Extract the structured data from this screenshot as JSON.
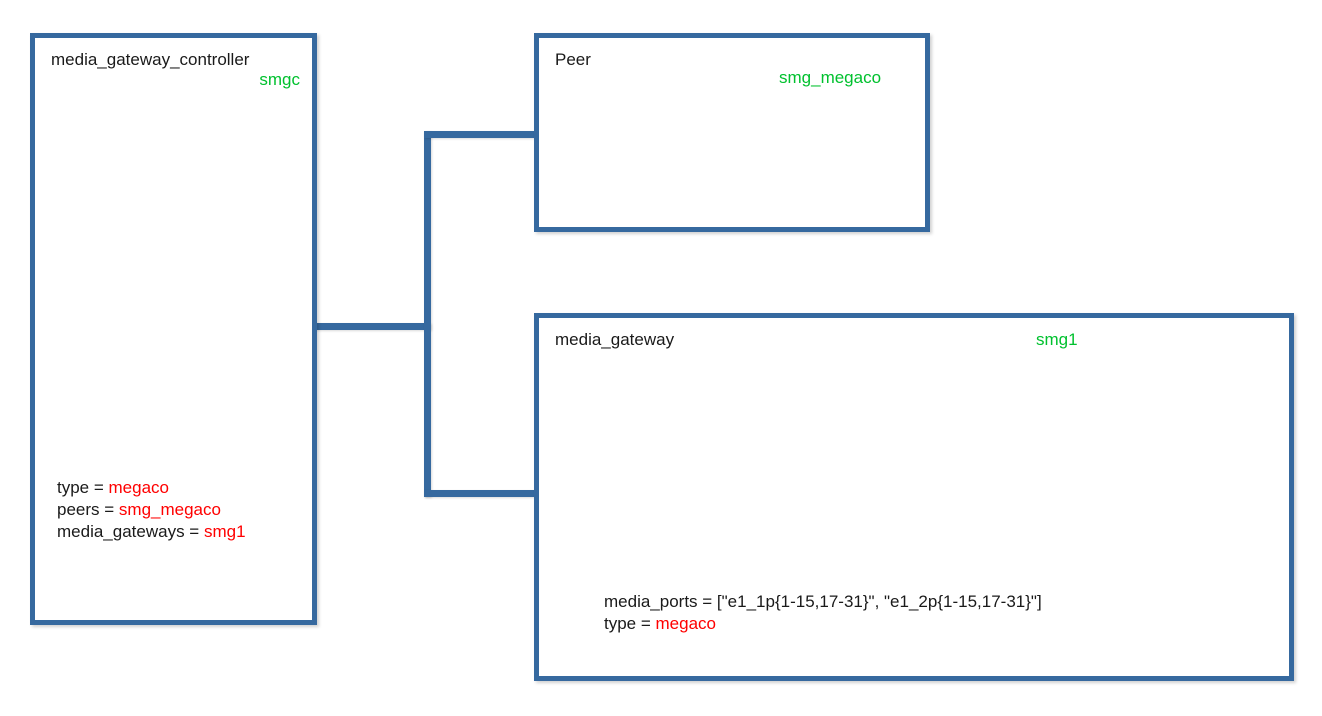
{
  "diagram": {
    "type": "node-link configuration diagram",
    "background": "#ffffff",
    "colors": {
      "border": "#36699f",
      "instance_name": "#00c12e",
      "attribute_value": "#ff0000",
      "text": "#1a1a1a"
    },
    "nodes": [
      {
        "id": "media-gateway-controller",
        "title": "media_gateway_controller",
        "instance": "smgc",
        "attributes": [
          {
            "key": "type = ",
            "value": "megaco"
          },
          {
            "key": "peers = ",
            "value": "smg_megaco"
          },
          {
            "key": "media_gateways = ",
            "value": "smg1"
          }
        ]
      },
      {
        "id": "peer",
        "title": "Peer",
        "instance": "smg_megaco",
        "attributes": []
      },
      {
        "id": "media-gateway",
        "title": "media_gateway",
        "instance": "smg1",
        "attributes": [
          {
            "key": "media_ports = [\"e1_1p{1-15,17-31}\", \"e1_2p{1-15,17-31}\"]",
            "value": ""
          },
          {
            "key": "type = ",
            "value": "megaco"
          }
        ]
      }
    ],
    "edges": [
      {
        "from": "media-gateway-controller",
        "to": "peer"
      },
      {
        "from": "media-gateway-controller",
        "to": "media-gateway"
      }
    ]
  }
}
